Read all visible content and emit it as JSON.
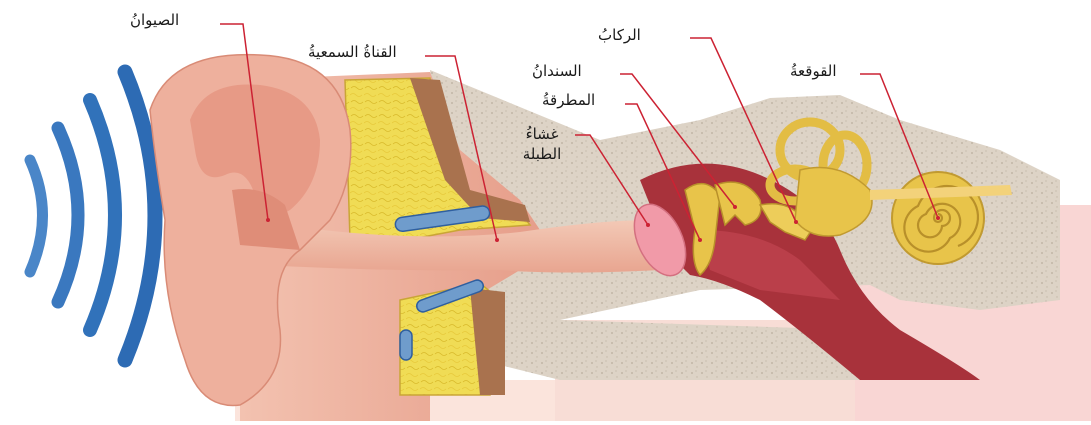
{
  "labels": {
    "pinna": "الصيوانُ",
    "ear_canal": "القناةُ السمعيةُ",
    "stapes": "الركابُ",
    "incus": "السندانُ",
    "malleus": "المطرقةُ",
    "eardrum": "غشاءُ الطبلة",
    "cochlea": "القوقعةُ"
  },
  "colors": {
    "sound_waves": "#2f6fb7",
    "skin": "#eaa592",
    "cartilage": "#efd84a",
    "bone": "#dcd2c4",
    "middle_ear": "#a8323b",
    "ossicles": "#e8c44a",
    "eardrum": "#f19aa8",
    "leader_line": "#cc2233"
  }
}
